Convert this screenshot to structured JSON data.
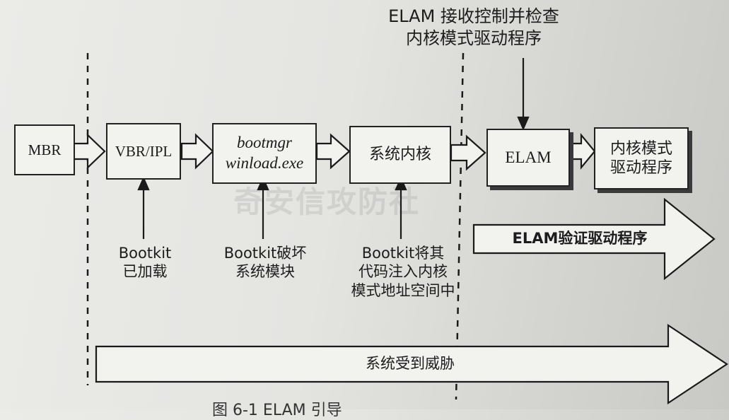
{
  "diagram": {
    "top_annotation": [
      "ELAM 接收控制并检查",
      "内核模式驱动程序"
    ],
    "boxes": {
      "mbr": "MBR",
      "vbr": "VBR/IPL",
      "bootmgr_line1": "bootmgr",
      "bootmgr_line2": "winload.exe",
      "kernel": "系统内核",
      "elam": "ELAM",
      "kmd_line1": "内核模式",
      "kmd_line2": "驱动程序"
    },
    "labels": {
      "bootkit_loaded": [
        "Bootkit",
        "已加载"
      ],
      "bootkit_corrupt": [
        "Bootkit破坏",
        "系统模块"
      ],
      "bootkit_inject": [
        "Bootkit将其",
        "代码注入内核",
        "模式地址空间中"
      ]
    },
    "elam_verify_arrow": "ELAM验证驱动程序",
    "threat_arrow": "系统受到威胁",
    "watermark": "奇安信攻防社",
    "caption": "图 6-1   ELAM 引导"
  }
}
